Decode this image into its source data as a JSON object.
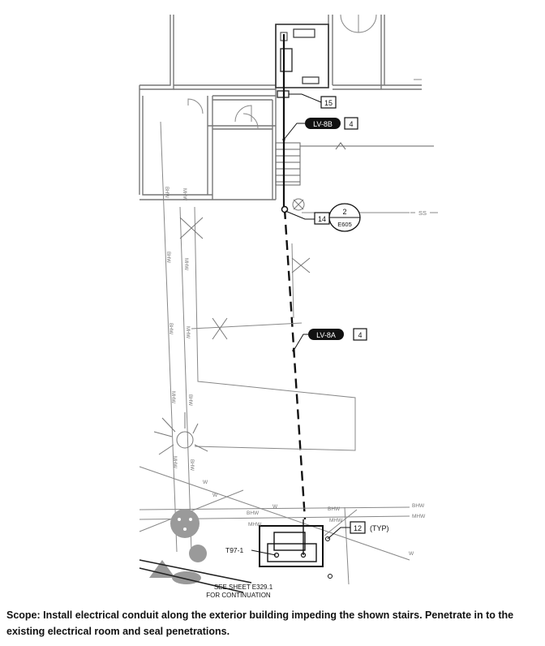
{
  "callouts": {
    "c15": "15",
    "lv8b": "LV-8B",
    "lv8b_qty": "4",
    "c14": "14",
    "detail_num": "2",
    "detail_sheet": "E605",
    "lv8a": "LV-8A",
    "lv8a_qty": "4",
    "c12": "12",
    "typ": "(TYP)",
    "t97": "T97-1",
    "see_sheet": "SEE SHEET E329.1",
    "continuation": "FOR CONTINUATION"
  },
  "line_labels": {
    "ss": "SS",
    "bhw": "BHW",
    "mhw": "MHW",
    "w": "W"
  },
  "caption": "Scope:  Install electrical conduit along the exterior building impeding the shown stairs.   Penetrate in to the existing electrical room and seal penetrations."
}
